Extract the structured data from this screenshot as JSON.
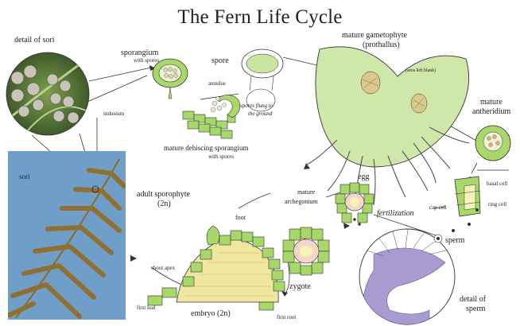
{
  "title": "The Fern Life Cycle",
  "labels": {
    "detail_of_sori": "detail of sori",
    "sporangium": "sporangium",
    "with_spores": "with spores",
    "spore": "spore",
    "annulus": "annulus",
    "spores_flung": "spores flung to",
    "the_ground": "the ground",
    "mature_dehiscing": "mature dehiscing sporangium",
    "with_spores_2": "with spores",
    "indusium": "indusium",
    "mature_gametophyte": "mature gametophyte",
    "prothallus": "(prothallus)",
    "area_left_blank": "(area left blank)",
    "mature": "mature",
    "antheridium": "antheridium",
    "sori": "sori",
    "adult_sporophyte": "adult sporophyte",
    "two_n": "(2n)",
    "egg": "egg",
    "mature_2": "mature",
    "archegonium": "archegonium",
    "fertilization": "fertilization",
    "basal_cell": "basal cell",
    "cap_cell": "cap cell",
    "ring_cell": "ring cell",
    "sperm": "sperm",
    "foot": "foot",
    "shoot_apex": "shoot apex",
    "zygote": "zygote",
    "first_leaf": "first leaf",
    "embryo": "embryo (2n)",
    "first_root": "first root",
    "detail_of": "detail of",
    "sperm_2": "sperm"
  },
  "colors": {
    "cell_green": "#a8d86a",
    "gametophyte_green": "#cfe7a8",
    "photo_blue": "#6f9fc8",
    "frond_brown": "#8a6a2a",
    "sori_photo_green": "#5a7a3a",
    "embryo_yellow": "#efe7a0",
    "sperm_purple": "#a99ad0"
  }
}
